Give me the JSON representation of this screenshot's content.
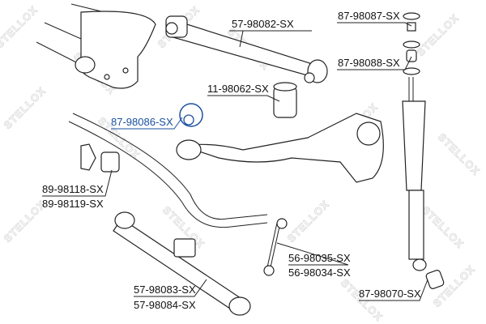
{
  "watermark": "STELLOX",
  "highlight_color": "#1a4fa0",
  "labels": {
    "upper_arm": "57-98082-SX",
    "shock_top_1": "87-98087-SX",
    "shock_top_2": "87-98088-SX",
    "bump_stop": "11-98062-SX",
    "bushing_selected": "87-98086-SX",
    "stab_bush_1": "89-98118-SX",
    "stab_bush_2": "89-98119-SX",
    "link_1": "56-98035-SX",
    "link_2": "56-98034-SX",
    "lower_arm_1": "57-98083-SX",
    "lower_arm_2": "57-98084-SX",
    "shock_bush": "87-98070-SX"
  }
}
